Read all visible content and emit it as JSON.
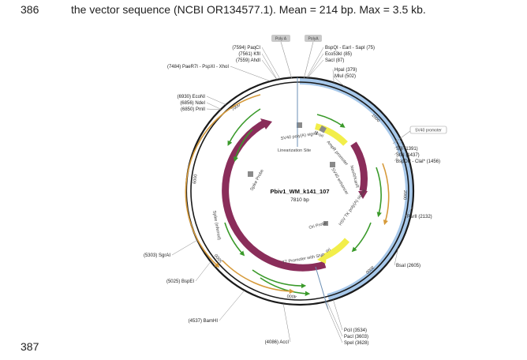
{
  "page": {
    "line_numbers": [
      "386",
      "387"
    ],
    "caption": "the vector sequence (NCBI OR134577.1). Mean = 214 bp. Max = 3.5 kb."
  },
  "plasmid": {
    "name": "Pbiv1_WM_k141_107",
    "length_label": "7810 bp",
    "total_bp": 7810,
    "tick_labels": [
      {
        "bp": 1000,
        "text": "1000"
      },
      {
        "bp": 2000,
        "text": "2000"
      },
      {
        "bp": 3000,
        "text": "3000"
      },
      {
        "bp": 4000,
        "text": "4000"
      },
      {
        "bp": 5000,
        "text": "5000"
      },
      {
        "bp": 6000,
        "text": "6000"
      },
      {
        "bp": 7000,
        "text": "7000"
      }
    ],
    "sites": [
      {
        "name": "PaqCI",
        "pos": "(7594)",
        "bp": 7594,
        "label": "(7594)  PaqCI"
      },
      {
        "name": "KflI",
        "pos": "(7561)",
        "bp": 7561,
        "label": "(7561)  KflI"
      },
      {
        "name": "AhdI",
        "pos": "(7559)",
        "bp": 7559,
        "label": "(7559)  AhdI"
      },
      {
        "name": "PaeR7I - PspXI - XhoI",
        "pos": "(7484)",
        "bp": 7484,
        "label": "(7484)  PaeR7I - PspXI - XhoI"
      },
      {
        "name": "BspQI - EarI - SapI",
        "pos": "(75)",
        "bp": 75,
        "label": "BspQI - EarI - SapI  (75)"
      },
      {
        "name": "Eco53kI",
        "pos": "(85)",
        "bp": 85,
        "label": "Eco53kI  (85)"
      },
      {
        "name": "SacI",
        "pos": "(87)",
        "bp": 87,
        "label": "SacI  (87)"
      },
      {
        "name": "HpaI",
        "pos": "(379)",
        "bp": 379,
        "label": "HpaI  (379)"
      },
      {
        "name": "MluI",
        "pos": "(502)",
        "bp": 502,
        "label": "MluI  (502)"
      },
      {
        "name": "EcoNI",
        "pos": "(6930)",
        "bp": 6930,
        "label": "(6930)  EcoNI"
      },
      {
        "name": "NdeI",
        "pos": "(6856)",
        "bp": 6856,
        "label": "(6856)  NdeI"
      },
      {
        "name": "PmlI",
        "pos": "(6850)",
        "bp": 6850,
        "label": "(6850)  PmlI"
      },
      {
        "name": "SfiI",
        "pos": "(1391)",
        "bp": 1391,
        "label": "SfiI  (1391)"
      },
      {
        "name": "StuI",
        "pos": "(1437)",
        "bp": 1437,
        "label": "StuI  (1437)"
      },
      {
        "name": "BspDI* - ClaI*",
        "pos": "(1456)",
        "bp": 1456,
        "label": "BspDI* - ClaI*  (1456)"
      },
      {
        "name": "RsrII",
        "pos": "(2132)",
        "bp": 2132,
        "label": "RsrII  (2132)"
      },
      {
        "name": "BsaI",
        "pos": "(2605)",
        "bp": 2605,
        "label": "BsaI  (2605)"
      },
      {
        "name": "PciI",
        "pos": "(3534)",
        "bp": 3534,
        "label": "PciI  (3534)"
      },
      {
        "name": "PacI",
        "pos": "(3603)",
        "bp": 3603,
        "label": "PacI  (3603)"
      },
      {
        "name": "SpeI",
        "pos": "(3628)",
        "bp": 3628,
        "label": "SpeI  (3628)"
      },
      {
        "name": "AccI",
        "pos": "(4086)",
        "bp": 4086,
        "label": "(4086)  AccI"
      },
      {
        "name": "BamHI",
        "pos": "(4537)",
        "bp": 4537,
        "label": "(4537)  BamHI"
      },
      {
        "name": "BspEI",
        "pos": "(5025)",
        "bp": 5025,
        "label": "(5025)  BspEI"
      },
      {
        "name": "SgrAI",
        "pos": "(5303)",
        "bp": 5303,
        "label": "(5303)  SgrAI"
      }
    ],
    "tags": [
      {
        "text": "Poly A"
      },
      {
        "text": "PolyA"
      },
      {
        "text": "SV40 promoter"
      }
    ],
    "features": [
      {
        "text": "SV40 poly(A) signal"
      },
      {
        "text": "Linearization Site"
      },
      {
        "text": "f1 ori"
      },
      {
        "text": "AmpR promoter"
      },
      {
        "text": "SV40 enhancer"
      },
      {
        "text": "NeoR/KanR"
      },
      {
        "text": "HSV TK poly(A) signal"
      },
      {
        "text": "Ori Probe"
      },
      {
        "text": "ori"
      },
      {
        "text": "T7 Promoter with SNP"
      },
      {
        "text": "Spike (inferred)"
      },
      {
        "text": "Spike Probe"
      }
    ],
    "colors": {
      "backbone": "#1a1a1a",
      "highlight": "#a7c8ea",
      "maroon": "#8a2d5a",
      "yellow": "#f2ee4a",
      "green": "#3a9a2a",
      "orange": "#d69a3a"
    }
  }
}
